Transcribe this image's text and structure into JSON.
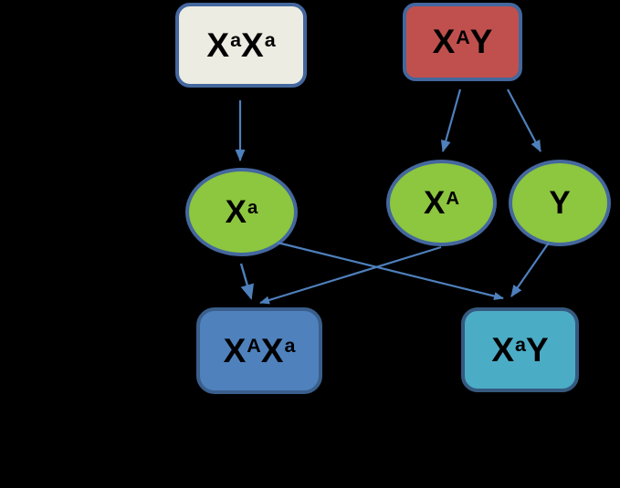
{
  "background": "#000000",
  "arrow_color": "#4E80BC",
  "diagram": {
    "type": "x-linked-inheritance-cross",
    "nodes": [
      {
        "id": "parent-female",
        "shape": "rounded-rectangle",
        "text": "XᵃXᵃ",
        "label_parts": [
          {
            "text": "X",
            "sup": false
          },
          {
            "text": "a",
            "sup": true
          },
          {
            "text": "X",
            "sup": false
          },
          {
            "text": "a",
            "sup": true
          }
        ],
        "fill": "#EDECE2",
        "border_color": "#44679E",
        "text_color": "#000000"
      },
      {
        "id": "parent-male",
        "shape": "rounded-rectangle",
        "text": "XᴬY",
        "label_parts": [
          {
            "text": "X",
            "sup": false
          },
          {
            "text": "A",
            "sup": true
          },
          {
            "text": "Y",
            "sup": false
          }
        ],
        "fill": "#C0504D",
        "border_color": "#44679E",
        "text_color": "#000000"
      },
      {
        "id": "gamete-xa",
        "shape": "ellipse",
        "text": "Xᵃ",
        "label_parts": [
          {
            "text": "X",
            "sup": false
          },
          {
            "text": "a",
            "sup": true
          }
        ],
        "fill": "#8DC63F",
        "border_color": "#44679E",
        "text_color": "#000000"
      },
      {
        "id": "gamete-xA",
        "shape": "ellipse",
        "text": "Xᴬ",
        "label_parts": [
          {
            "text": "X",
            "sup": false
          },
          {
            "text": "A",
            "sup": true
          }
        ],
        "fill": "#8DC63F",
        "border_color": "#44679E",
        "text_color": "#000000"
      },
      {
        "id": "gamete-y",
        "shape": "ellipse",
        "text": "Y",
        "label_parts": [
          {
            "text": "Y",
            "sup": false
          }
        ],
        "fill": "#8DC63F",
        "border_color": "#44679E",
        "text_color": "#000000"
      },
      {
        "id": "offspring-xAxa",
        "shape": "rounded-rectangle",
        "text": "XᴬXᵃ",
        "label_parts": [
          {
            "text": "X",
            "sup": false
          },
          {
            "text": "A",
            "sup": true
          },
          {
            "text": "X",
            "sup": false
          },
          {
            "text": "a",
            "sup": true
          }
        ],
        "fill": "#4F81BD",
        "border_color": "#3A5F8C",
        "text_color": "#000000"
      },
      {
        "id": "offspring-xaY",
        "shape": "rounded-rectangle",
        "text": "XᵃY",
        "label_parts": [
          {
            "text": "X",
            "sup": false
          },
          {
            "text": "a",
            "sup": true
          },
          {
            "text": "Y",
            "sup": false
          }
        ],
        "fill": "#4BACC6",
        "border_color": "#35597F",
        "text_color": "#000000"
      }
    ],
    "edges": [
      {
        "from": "parent-female",
        "to": "gamete-xa"
      },
      {
        "from": "parent-male",
        "to": "gamete-xA"
      },
      {
        "from": "parent-male",
        "to": "gamete-y"
      },
      {
        "from": "gamete-xa",
        "to": "offspring-xAxa"
      },
      {
        "from": "gamete-xa",
        "to": "offspring-xaY"
      },
      {
        "from": "gamete-xA",
        "to": "offspring-xAxa"
      },
      {
        "from": "gamete-y",
        "to": "offspring-xaY"
      }
    ]
  }
}
